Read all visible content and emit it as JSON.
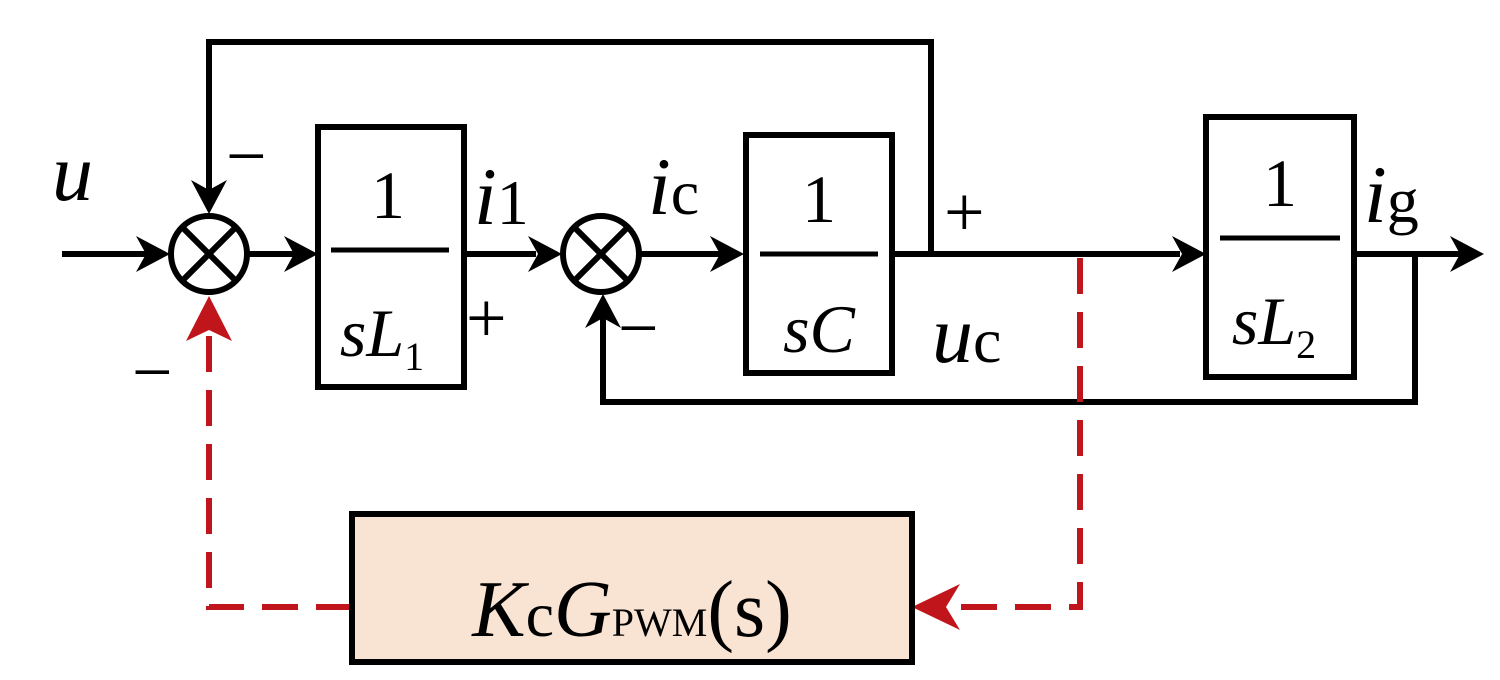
{
  "colors": {
    "line": "#000000",
    "feedback": "#c0161b",
    "controller_fill": "#f9e4d4"
  },
  "signals": {
    "input": "u",
    "i1_main": "i",
    "i1_sub": "1",
    "ic_main": "i",
    "ic_sub": "c",
    "uc_main": "u",
    "uc_sub": "c",
    "ig_main": "i",
    "ig_sub": "g"
  },
  "signs": {
    "sum1_top": "−",
    "sum1_bottom": "−",
    "sum2_left": "+",
    "sum2_bottom": "−",
    "uc_top": "+"
  },
  "blocks": {
    "inductor1": {
      "numerator": "1",
      "denominator": "sL",
      "sub": "1"
    },
    "capacitor": {
      "numerator": "1",
      "denominator": "sC"
    },
    "inductor2": {
      "numerator": "1",
      "denominator": "sL",
      "sub": "2"
    },
    "controller": {
      "k": "K",
      "k_sub": "c",
      "g": "G",
      "g_sub": "PWM",
      "arg": "(s)"
    }
  }
}
